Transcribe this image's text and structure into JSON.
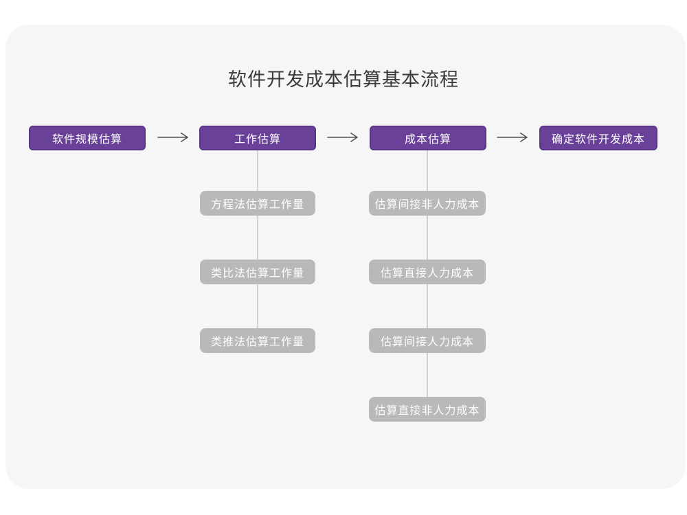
{
  "title": "软件开发成本估算基本流程",
  "colors": {
    "primary": "#6a4199",
    "primary_border": "#5a3689",
    "gray_box": "#b9b9b9",
    "card_bg": "#f6f6f7",
    "connector": "#d2d2d2",
    "arrow": "#4f4f4f",
    "title_color": "#3a3a3a"
  },
  "flow": {
    "main": [
      {
        "label": "软件规模估算"
      },
      {
        "label": "工作估算"
      },
      {
        "label": "成本估算"
      },
      {
        "label": "确定软件开发成本"
      }
    ],
    "work_methods": [
      "方程法估算工作量",
      "类比法估算工作量",
      "类推法估算工作量"
    ],
    "cost_steps": [
      "估算间接非人力成本",
      "估算直接人力成本",
      "估算间接人力成本",
      "估算直接非人力成本"
    ]
  }
}
